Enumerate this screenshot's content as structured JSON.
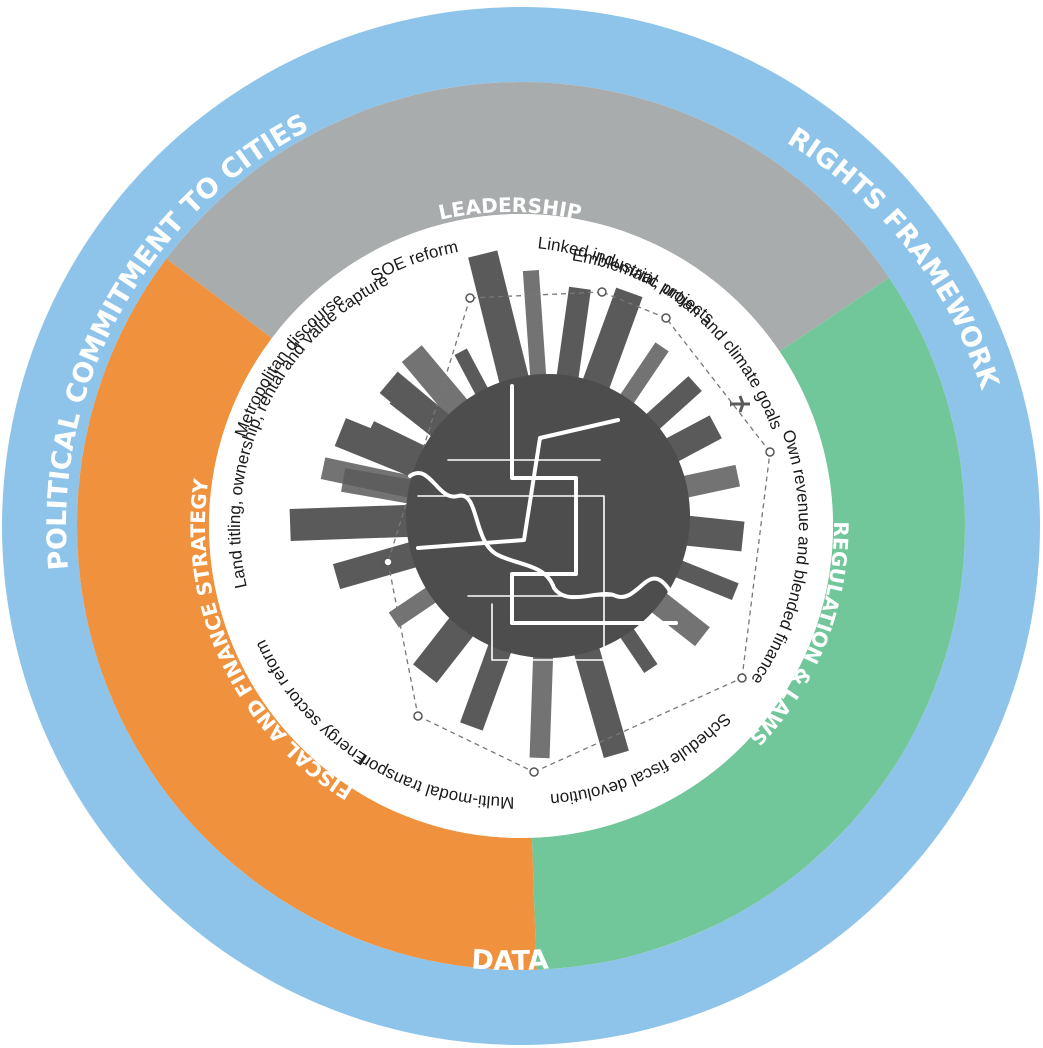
{
  "colors": {
    "outer_ring": "#8ec4ea",
    "leadership": "#a9acad",
    "regulation": "#72c79a",
    "fiscal": "#f0913d",
    "globe": "#4d4d4d",
    "city": "#5a5a5a",
    "text_dark": "#1a1a1a",
    "text_light": "#ffffff"
  },
  "outer_ring": {
    "labels": [
      "POLITICAL COMMITMENT TO CITIES",
      "RIGHTS FRAMEWORK",
      "DATA"
    ]
  },
  "sectors": {
    "leadership": {
      "title": "LEADERSHIP",
      "items": [
        "Metropolitan discourse",
        "SOE reform",
        "Linked industrial, urban and climate goals"
      ]
    },
    "regulation": {
      "title": "REGULATION & LAWS",
      "items": [
        "Emblematic projects",
        "Own revenue and blended finance",
        "Schedule fiscal devolution"
      ]
    },
    "fiscal": {
      "title": "FISCAL AND FINANCE STRATEGY",
      "items": [
        "Land titling, ownership, rental and value capture",
        "Energy sector reform",
        "Multi-modal transport"
      ]
    }
  },
  "icons": {
    "center": "city-globe-illustration",
    "plane": "airplane-icon"
  }
}
